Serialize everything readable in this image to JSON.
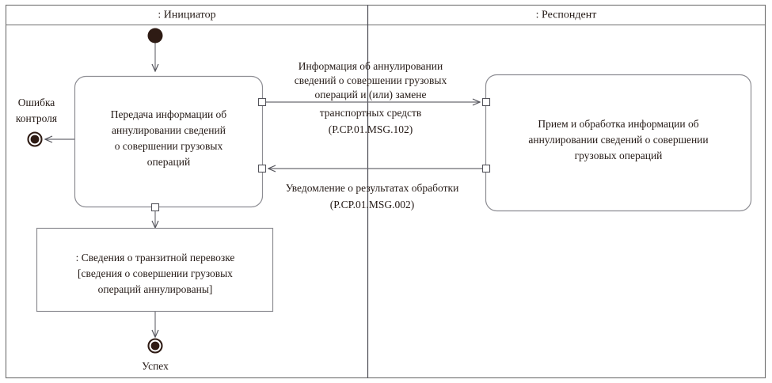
{
  "diagram": {
    "type": "uml-activity-diagram",
    "title": "Аннулирование сведений о совершении грузовых операций",
    "lanes": [
      {
        "id": "initiator",
        "label": ": Инициатор"
      },
      {
        "id": "respondent",
        "label": ": Респондент"
      }
    ],
    "nodes": {
      "start": {
        "kind": "initial-node",
        "label": ""
      },
      "initiator_activity": {
        "kind": "activity",
        "lines": [
          "Передача информации об",
          "аннулировании сведений",
          "о совершении грузовых",
          "операций"
        ]
      },
      "respondent_activity": {
        "kind": "activity",
        "lines": [
          "Прием и обработка информации об",
          "аннулировании сведений о совершении",
          "грузовых операций"
        ]
      },
      "object_node": {
        "kind": "object-node",
        "lines": [
          ": Сведения о транзитной перевозке",
          "[сведения о совершении грузовых",
          "операций аннулированы]"
        ]
      },
      "error_end": {
        "kind": "final-node",
        "lines": [
          "Ошибка",
          "контроля"
        ]
      },
      "success_end": {
        "kind": "final-node",
        "lines": [
          "Успех"
        ]
      }
    },
    "messages": {
      "request": {
        "direction": "left-to-right",
        "lines": [
          "Информация об аннулировании",
          "сведений о совершении грузовых",
          "операций и (или) замене",
          "транспортных средств",
          "(P.CP.01.MSG.102)"
        ]
      },
      "response": {
        "direction": "right-to-left",
        "lines": [
          "Уведомление о результатах обработки",
          "(P.CP.01.MSG.002)"
        ]
      }
    },
    "colors": {
      "ink": "#241a16",
      "frame": "#6f6f6f",
      "box_border": "#8d8d93",
      "flow": "#6a6a72",
      "node_fill": "#2e1b14",
      "background": "#ffffff"
    }
  }
}
